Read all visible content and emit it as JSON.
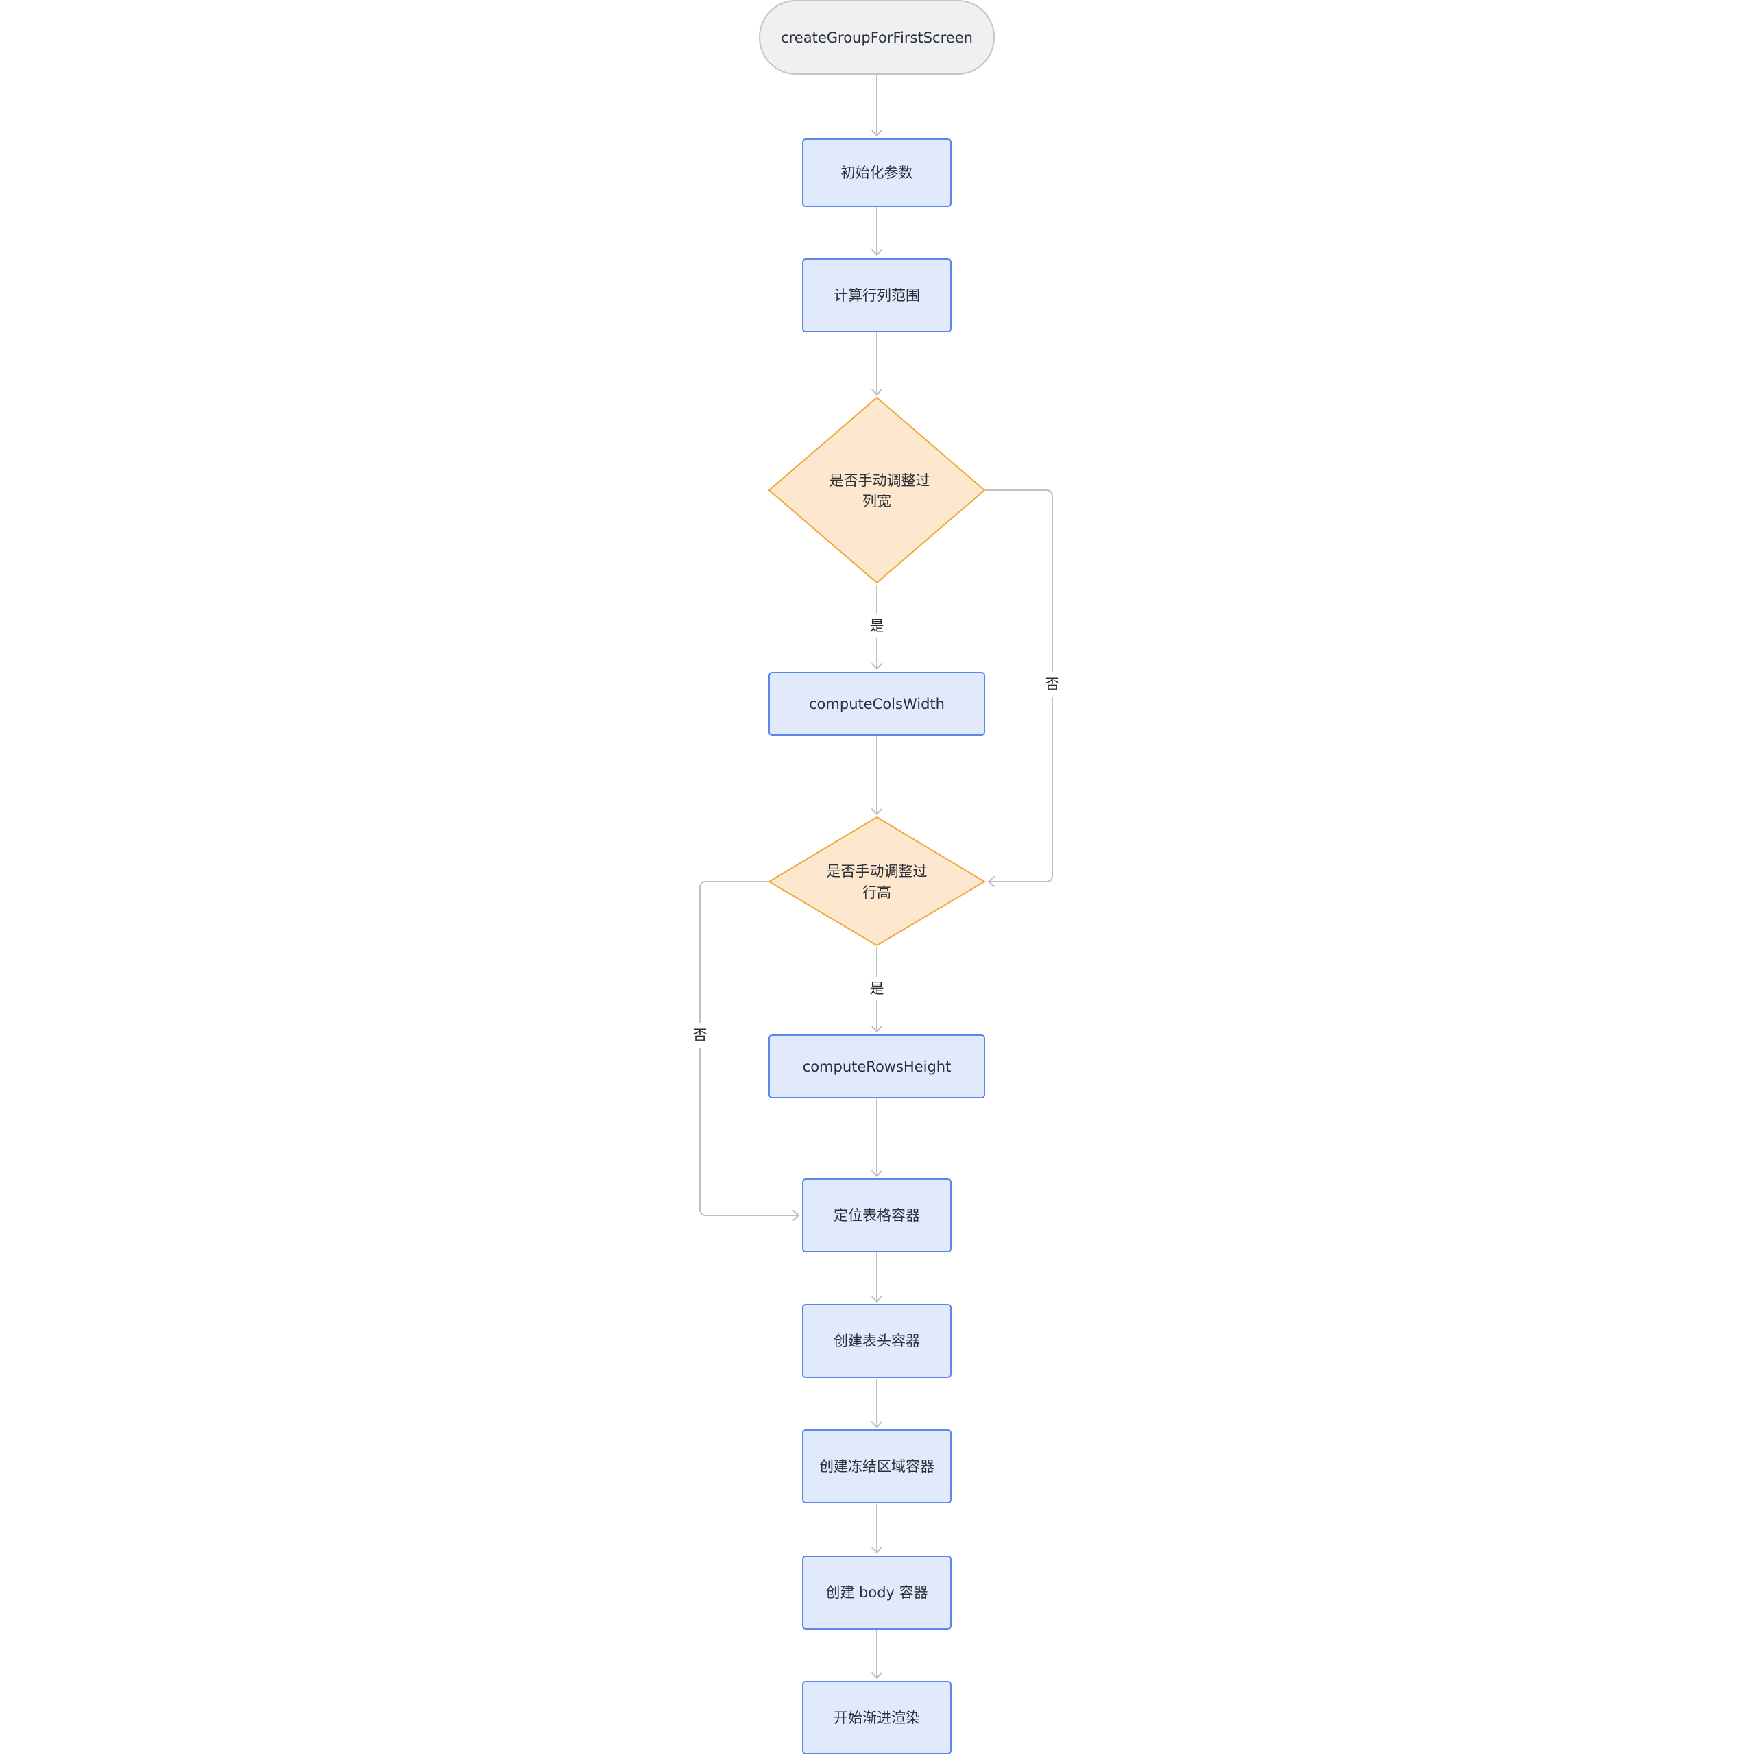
{
  "diagram": {
    "type": "flowchart",
    "colors": {
      "terminal_fill": "#eff0f1",
      "terminal_stroke": "#c2c4c8",
      "process_fill": "#e1eafd",
      "process_stroke": "#5b87ee",
      "decision_fill": "#fde8cf",
      "decision_stroke": "#f1a63a",
      "edge": "#bcbfc4",
      "text": "#2b2f36"
    },
    "nodes": {
      "start": {
        "shape": "terminal",
        "label": "createGroupForFirstScreen"
      },
      "init_params": {
        "shape": "process",
        "label": "初始化参数"
      },
      "calc_range": {
        "shape": "process",
        "label": "计算行列范围"
      },
      "col_decision": {
        "shape": "decision",
        "lines": [
          "是否手动调整过",
          "列宽"
        ]
      },
      "compute_cols": {
        "shape": "process",
        "label": "computeColsWidth"
      },
      "row_decision": {
        "shape": "decision",
        "lines": [
          "是否手动调整过",
          "行高"
        ]
      },
      "compute_rows": {
        "shape": "process",
        "label": "computeRowsHeight"
      },
      "locate_container": {
        "shape": "process",
        "label": "定位表格容器"
      },
      "create_header": {
        "shape": "process",
        "label": "创建表头容器"
      },
      "create_frozen": {
        "shape": "process",
        "label": "创建冻结区域容器"
      },
      "create_body": {
        "shape": "process",
        "label": "创建 body 容器"
      },
      "start_render": {
        "shape": "process",
        "label": "开始渐进渲染"
      }
    },
    "edges": [
      {
        "from": "start",
        "to": "init_params",
        "label": ""
      },
      {
        "from": "init_params",
        "to": "calc_range",
        "label": ""
      },
      {
        "from": "calc_range",
        "to": "col_decision",
        "label": ""
      },
      {
        "from": "col_decision",
        "to": "compute_cols",
        "label": "是"
      },
      {
        "from": "col_decision",
        "to": "row_decision",
        "label": "否"
      },
      {
        "from": "compute_cols",
        "to": "row_decision",
        "label": ""
      },
      {
        "from": "row_decision",
        "to": "compute_rows",
        "label": "是"
      },
      {
        "from": "row_decision",
        "to": "locate_container",
        "label": "否"
      },
      {
        "from": "compute_rows",
        "to": "locate_container",
        "label": ""
      },
      {
        "from": "locate_container",
        "to": "create_header",
        "label": ""
      },
      {
        "from": "create_header",
        "to": "create_frozen",
        "label": ""
      },
      {
        "from": "create_frozen",
        "to": "create_body",
        "label": ""
      },
      {
        "from": "create_body",
        "to": "start_render",
        "label": ""
      }
    ]
  }
}
